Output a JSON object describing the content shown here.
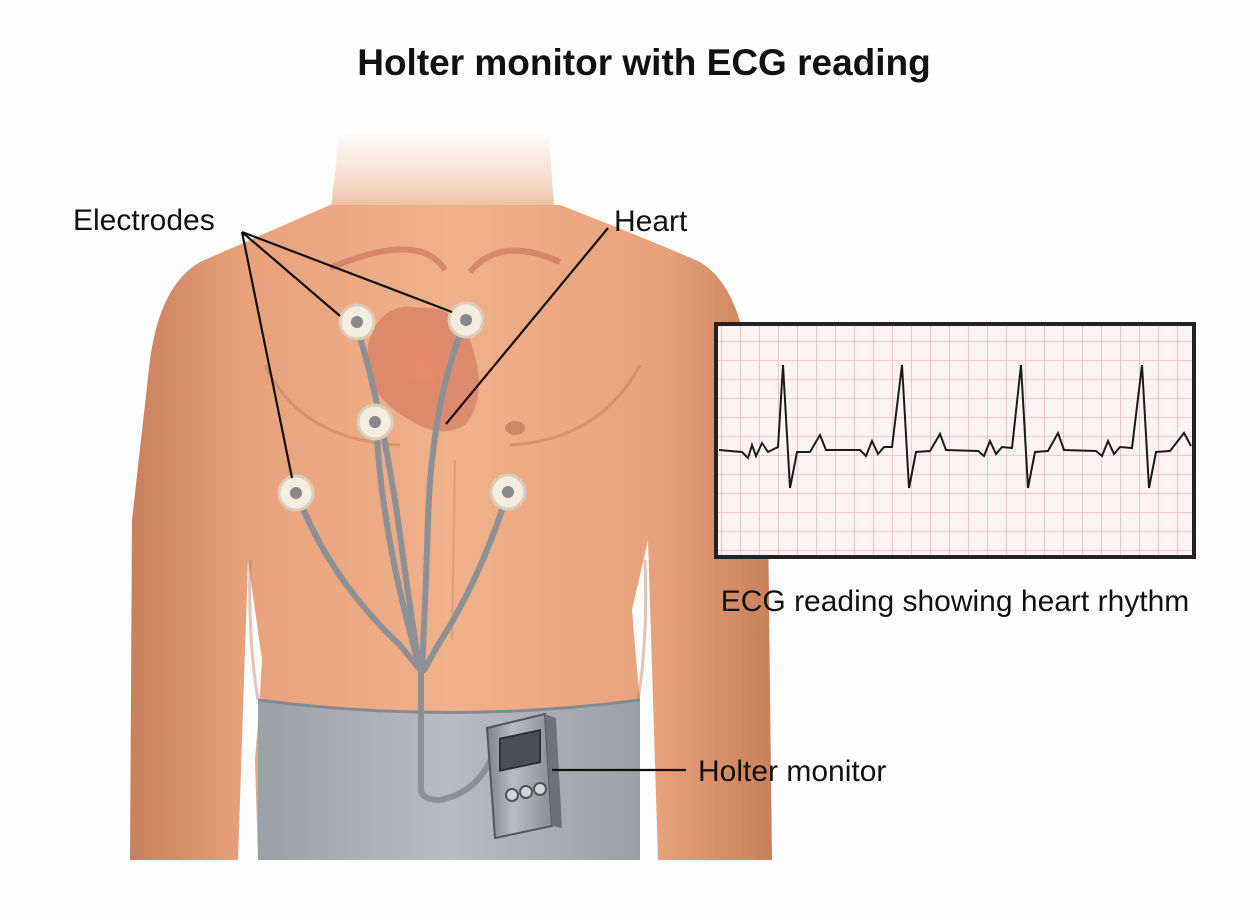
{
  "title": "Holter monitor with ECG reading",
  "labels": {
    "electrodes": "Electrodes",
    "heart": "Heart",
    "holter_monitor": "Holter monitor",
    "ecg_caption": "ECG reading showing heart rhythm"
  },
  "colors": {
    "skin": "#e8a07a",
    "skin_shadow": "#c97a55",
    "pants": "#a8adb3",
    "ecg_grid": "#e7a3ae",
    "ecg_background": "#fdf3f4",
    "ecg_frame": "#222222",
    "cable": "#8d9196",
    "device": "#9a9ea3"
  },
  "icons": [
    "electrode-icon",
    "heart-icon",
    "holter-device-icon",
    "ecg-waveform"
  ]
}
